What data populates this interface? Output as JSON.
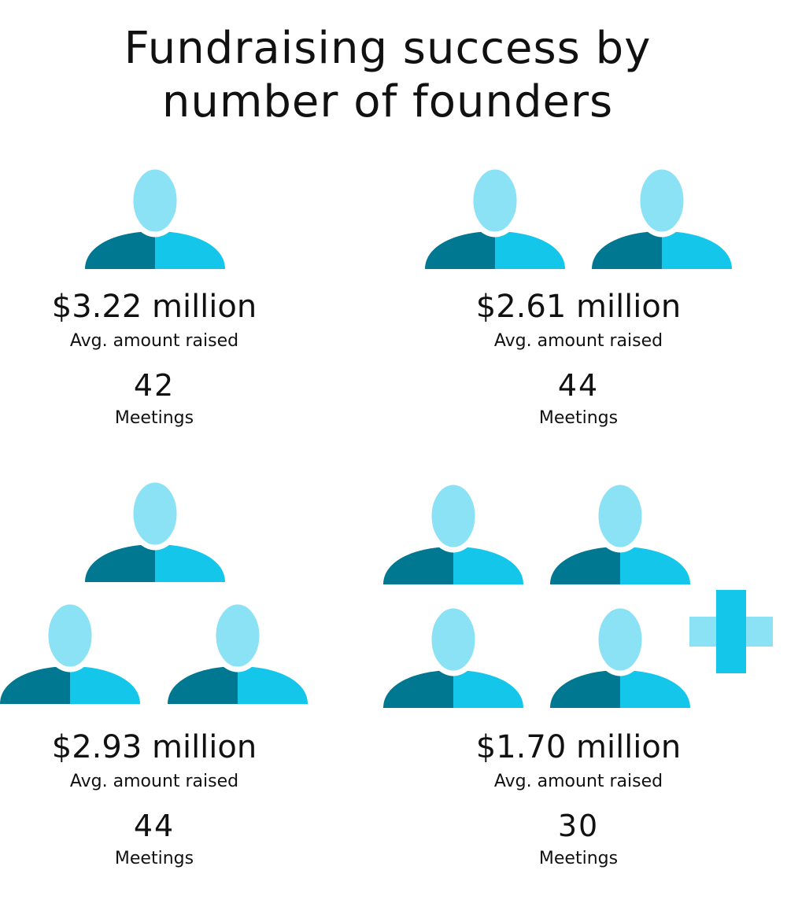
{
  "title": {
    "line1": "Fundraising success by",
    "line2": "number of founders"
  },
  "colors": {
    "head": "#8be2f4",
    "body_dark": "#007891",
    "body_light": "#14c6ea"
  },
  "groups": [
    {
      "founders": "1",
      "amount": "$3.22 million",
      "amount_label": "Avg. amount raised",
      "meetings": "42",
      "meetings_label": "Meetings"
    },
    {
      "founders": "2",
      "amount": "$2.61 million",
      "amount_label": "Avg. amount raised",
      "meetings": "44",
      "meetings_label": "Meetings"
    },
    {
      "founders": "3",
      "amount": "$2.93 million",
      "amount_label": "Avg. amount raised",
      "meetings": "44",
      "meetings_label": "Meetings"
    },
    {
      "founders": "4+",
      "amount": "$1.70 million",
      "amount_label": "Avg. amount raised",
      "meetings": "30",
      "meetings_label": "Meetings"
    }
  ]
}
